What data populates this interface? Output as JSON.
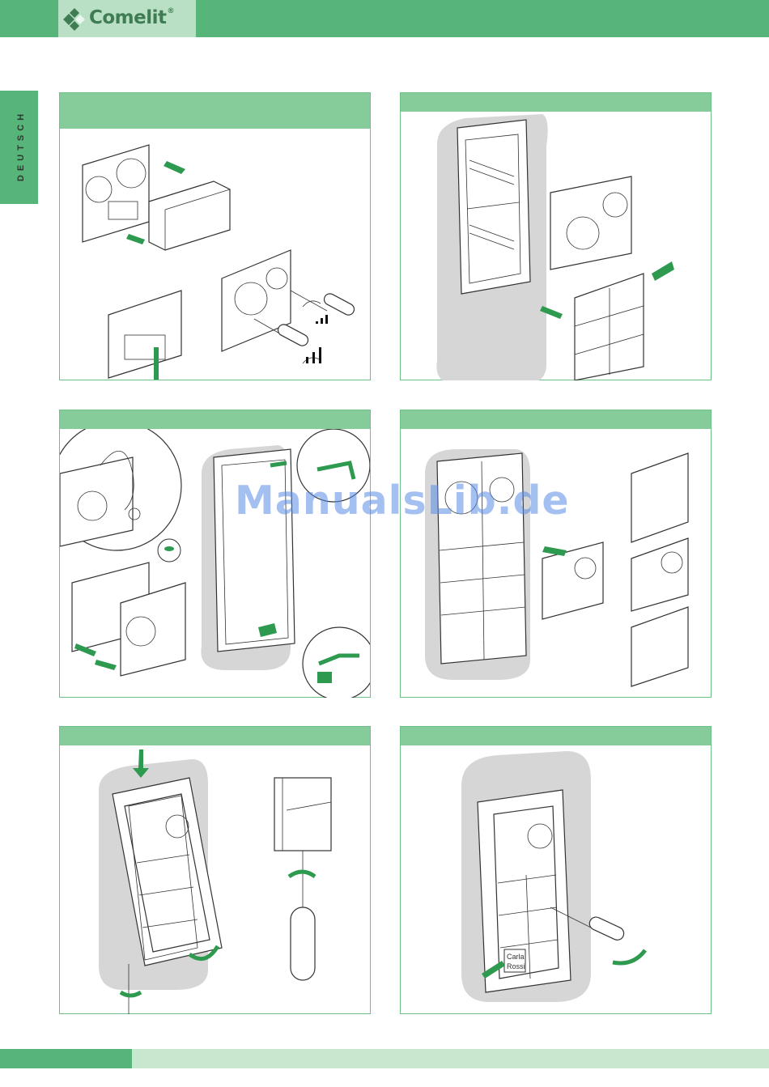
{
  "header": {
    "brand": "Comelit",
    "registered_mark": "®",
    "bar_color": "#57b57a",
    "logo_bg": "#b9e0c4"
  },
  "sidebar": {
    "language_tab": "DEUTSCH"
  },
  "watermark": {
    "text": "ManualsLib.de"
  },
  "label_card": {
    "line1": "Carla",
    "line2": "Rossi"
  },
  "panels": [
    {
      "id": 1,
      "icon": "module-assembly-illustration"
    },
    {
      "id": 2,
      "icon": "frame-mounting-illustration"
    },
    {
      "id": 3,
      "icon": "cable-connection-illustration"
    },
    {
      "id": 4,
      "icon": "cover-plate-illustration"
    },
    {
      "id": 5,
      "icon": "frame-closing-illustration"
    },
    {
      "id": 6,
      "icon": "name-card-insertion-illustration"
    }
  ],
  "colors": {
    "accent": "#57b57a",
    "panel_header": "#86cc9b",
    "footer_light": "#c7e8cf",
    "arrow": "#2e9a4f"
  }
}
